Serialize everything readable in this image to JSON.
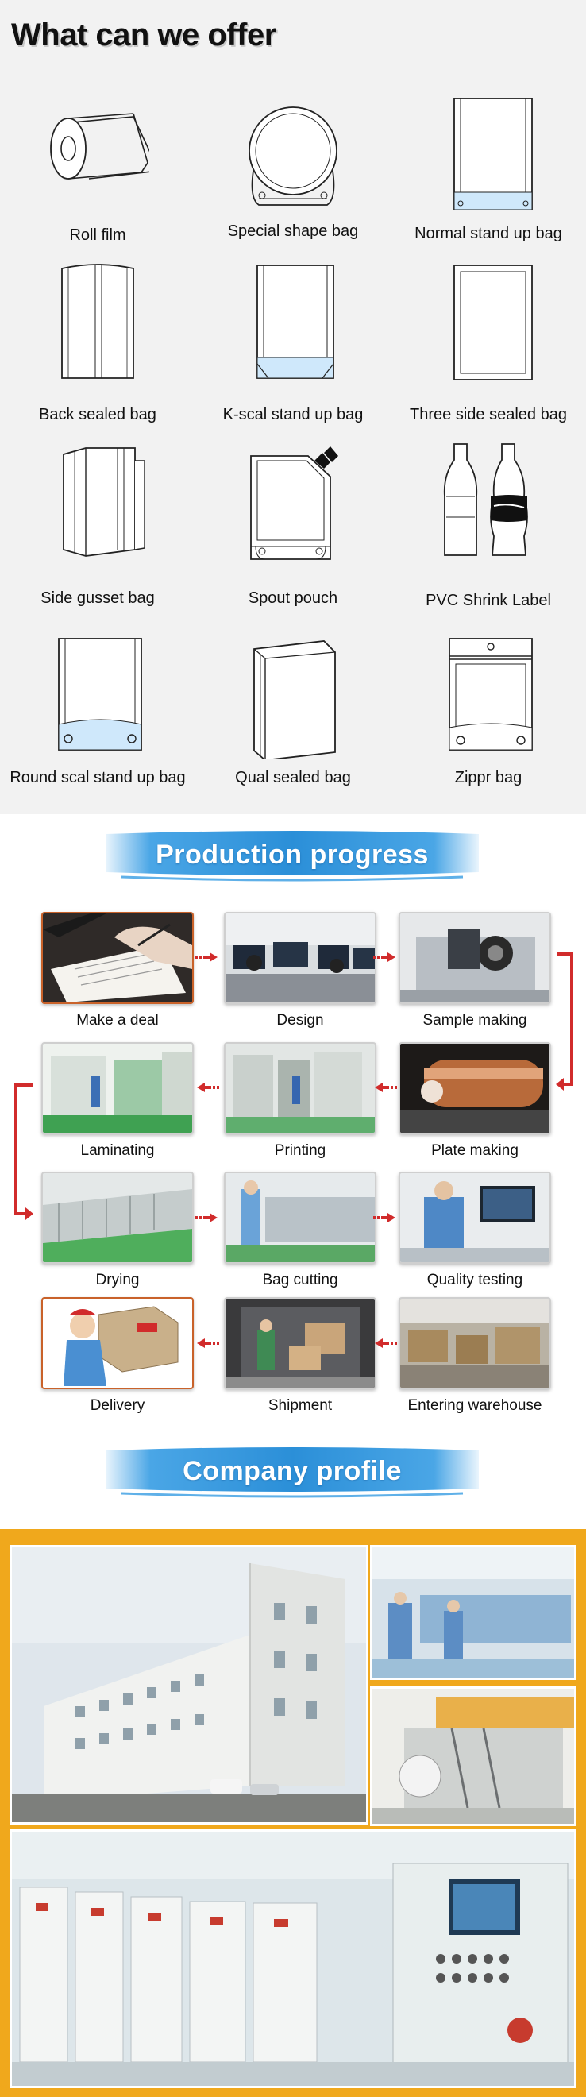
{
  "offer": {
    "title": "What can we offer",
    "products": [
      {
        "label": "Roll film",
        "icon": "roll-film-icon"
      },
      {
        "label": "Special shape bag",
        "icon": "special-shape-bag-icon"
      },
      {
        "label": "Normal stand up bag",
        "icon": "normal-stand-up-bag-icon"
      },
      {
        "label": "Back sealed bag",
        "icon": "back-sealed-bag-icon"
      },
      {
        "label": "K-scal stand up bag",
        "icon": "k-seal-stand-up-bag-icon"
      },
      {
        "label": "Three side sealed bag",
        "icon": "three-side-sealed-bag-icon"
      },
      {
        "label": "Side gusset bag",
        "icon": "side-gusset-bag-icon"
      },
      {
        "label": "Spout pouch",
        "icon": "spout-pouch-icon"
      },
      {
        "label": "PVC Shrink Label",
        "icon": "pvc-shrink-label-icon"
      },
      {
        "label": "Round scal stand up bag",
        "icon": "round-seal-stand-up-bag-icon"
      },
      {
        "label": "Qual sealed bag",
        "icon": "quad-sealed-bag-icon"
      },
      {
        "label": "Zippr bag",
        "icon": "zipper-bag-icon"
      }
    ]
  },
  "process": {
    "title": "Production progress",
    "steps": [
      {
        "label": "Make a deal"
      },
      {
        "label": "Design"
      },
      {
        "label": "Sample making"
      },
      {
        "label": "Plate making"
      },
      {
        "label": "Printing"
      },
      {
        "label": "Laminating"
      },
      {
        "label": "Drying"
      },
      {
        "label": "Bag cutting"
      },
      {
        "label": "Quality testing"
      },
      {
        "label": "Entering warehouse"
      },
      {
        "label": "Shipment"
      },
      {
        "label": "Delivery"
      }
    ],
    "arrow_color": "#d12b2b",
    "highlight_border": "#c9622a"
  },
  "company": {
    "title": "Company profile",
    "frame_color": "#f0a81c"
  },
  "colors": {
    "banner_blue": "#2b8fd8",
    "offer_bg": "#f2f2f2"
  }
}
